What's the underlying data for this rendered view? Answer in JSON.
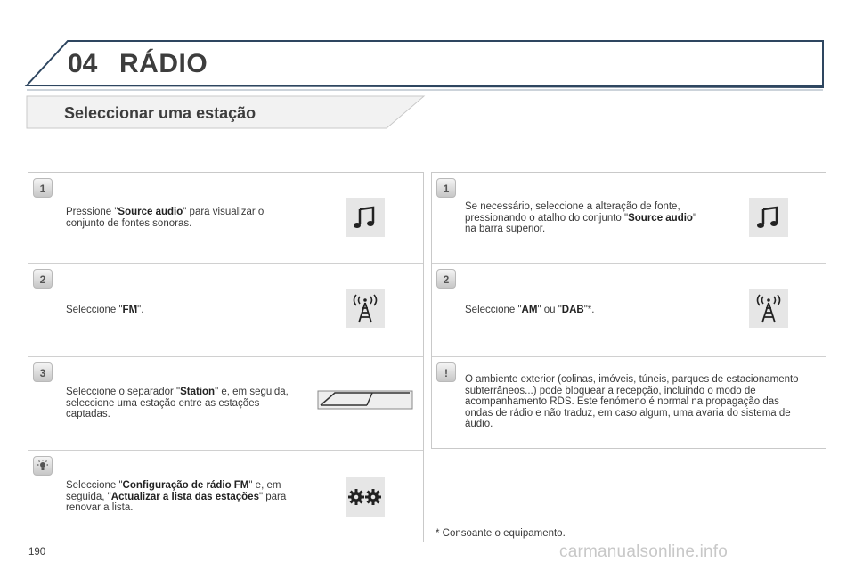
{
  "header": {
    "chapter_number": "04",
    "chapter_title": "RÁDIO"
  },
  "section": {
    "title": "Seleccionar uma estação"
  },
  "left_steps": [
    {
      "badge": "1",
      "pre": "Pressione \"",
      "b1": "Source audio",
      "post": "\" para visualizar o conjunto de fontes sonoras.",
      "icon": "music-note-icon"
    },
    {
      "badge": "2",
      "pre": "Seleccione \"",
      "b1": "FM",
      "post": "\".",
      "icon": "antenna-icon"
    },
    {
      "badge": "3",
      "pre": "Seleccione o separador \"",
      "b1": "Station",
      "post": "\" e, em seguida, seleccione uma estação entre as estações captadas.",
      "icon": "tab-separator-icon"
    },
    {
      "badge_icon": "light-bulb-icon",
      "pre": "Seleccione \"",
      "b1": "Configuração de rádio FM",
      "mid": "\" e, em seguida, \"",
      "b2": "Actualizar a lista das estações",
      "post": "\" para renovar a lista.",
      "icon": "gears-icon"
    }
  ],
  "right_steps": [
    {
      "badge": "1",
      "pre": "Se necessário, seleccione a alteração de fonte, pressionando o atalho do conjunto \"",
      "b1": "Source audio",
      "post": "\" na barra superior.",
      "icon": "music-note-icon"
    },
    {
      "badge": "2",
      "pre": "Seleccione \"",
      "b1": "AM",
      "mid": "\" ou \"",
      "b2": "DAB",
      "post": "\"*.",
      "icon": "antenna-icon"
    },
    {
      "badge": "!",
      "text": "O ambiente exterior (colinas, imóveis, túneis, parques de estacionamento subterrâneos...) pode bloquear a recepção, incluindo o modo de acompanhamento RDS. Este fenómeno é normal na propagação das ondas de rádio e não traduz, em caso algum, uma avaria do sistema de áudio."
    }
  ],
  "footnote": "* Consoante o equipamento.",
  "page_number": "190",
  "watermark": "carmanualsonline.info",
  "colors": {
    "frame": "#2e4660",
    "panel_border": "#c9c9c9",
    "icon_bg": "#e6e6e6"
  }
}
